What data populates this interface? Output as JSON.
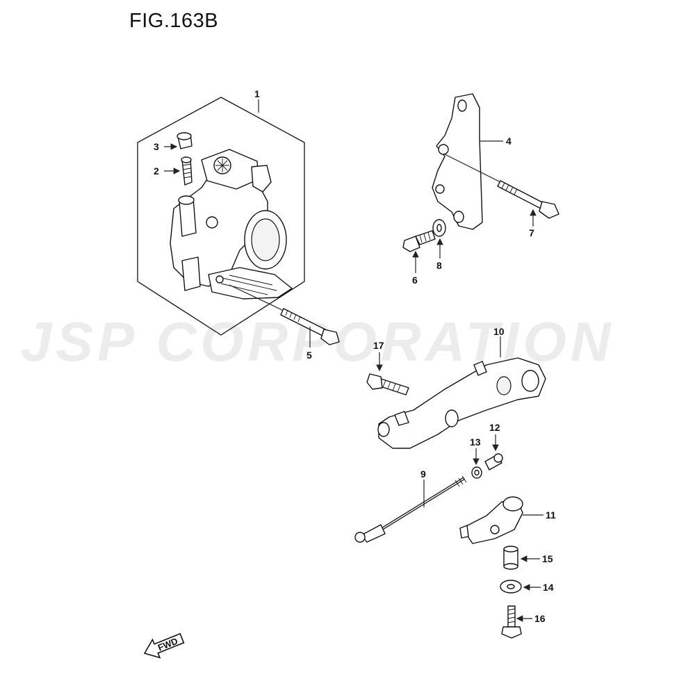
{
  "figure": {
    "title": "FIG.163B"
  },
  "watermark": "JSP CORPORATION",
  "fwd_label": "FWD",
  "callouts": [
    "1",
    "2",
    "3",
    "4",
    "5",
    "6",
    "7",
    "8",
    "9",
    "10",
    "11",
    "12",
    "13",
    "14",
    "15",
    "16",
    "17"
  ]
}
